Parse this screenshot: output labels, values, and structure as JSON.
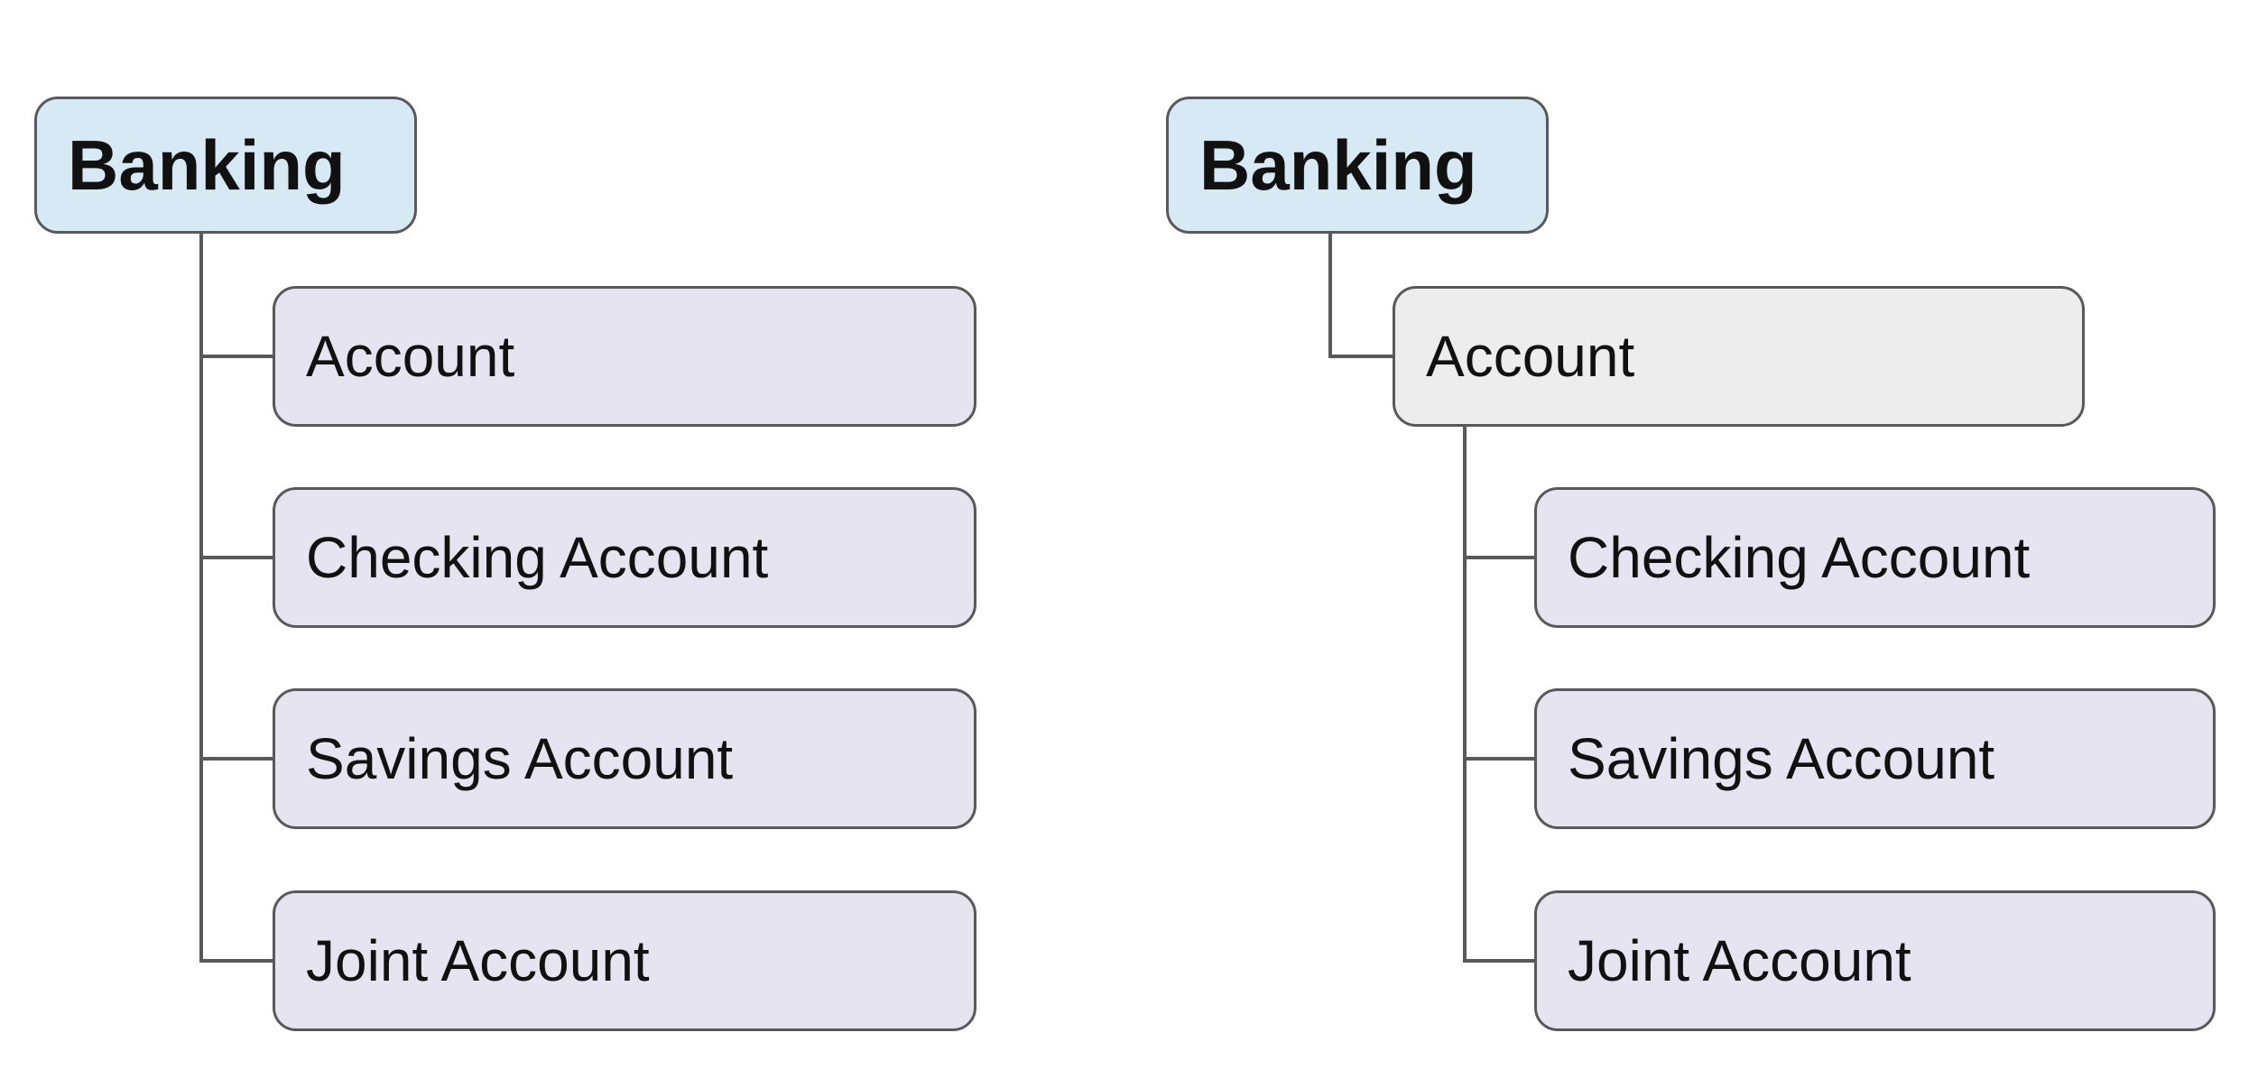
{
  "colors": {
    "root_fill": "#d8e9f6",
    "child_fill": "#e6e4f0",
    "highlight_fill": "#ededed",
    "border": "#595959",
    "connector": "#595959",
    "text": "#111111",
    "background": "#ffffff"
  },
  "trees": [
    {
      "name": "flat-hierarchy",
      "root": {
        "label": "Banking"
      },
      "children": [
        {
          "label": "Account"
        },
        {
          "label": "Checking Account"
        },
        {
          "label": "Savings Account"
        },
        {
          "label": "Joint Account"
        }
      ]
    },
    {
      "name": "nested-hierarchy",
      "root": {
        "label": "Banking"
      },
      "children": [
        {
          "label": "Account",
          "children": [
            {
              "label": "Checking Account"
            },
            {
              "label": "Savings Account"
            },
            {
              "label": "Joint Account"
            }
          ]
        }
      ]
    }
  ]
}
